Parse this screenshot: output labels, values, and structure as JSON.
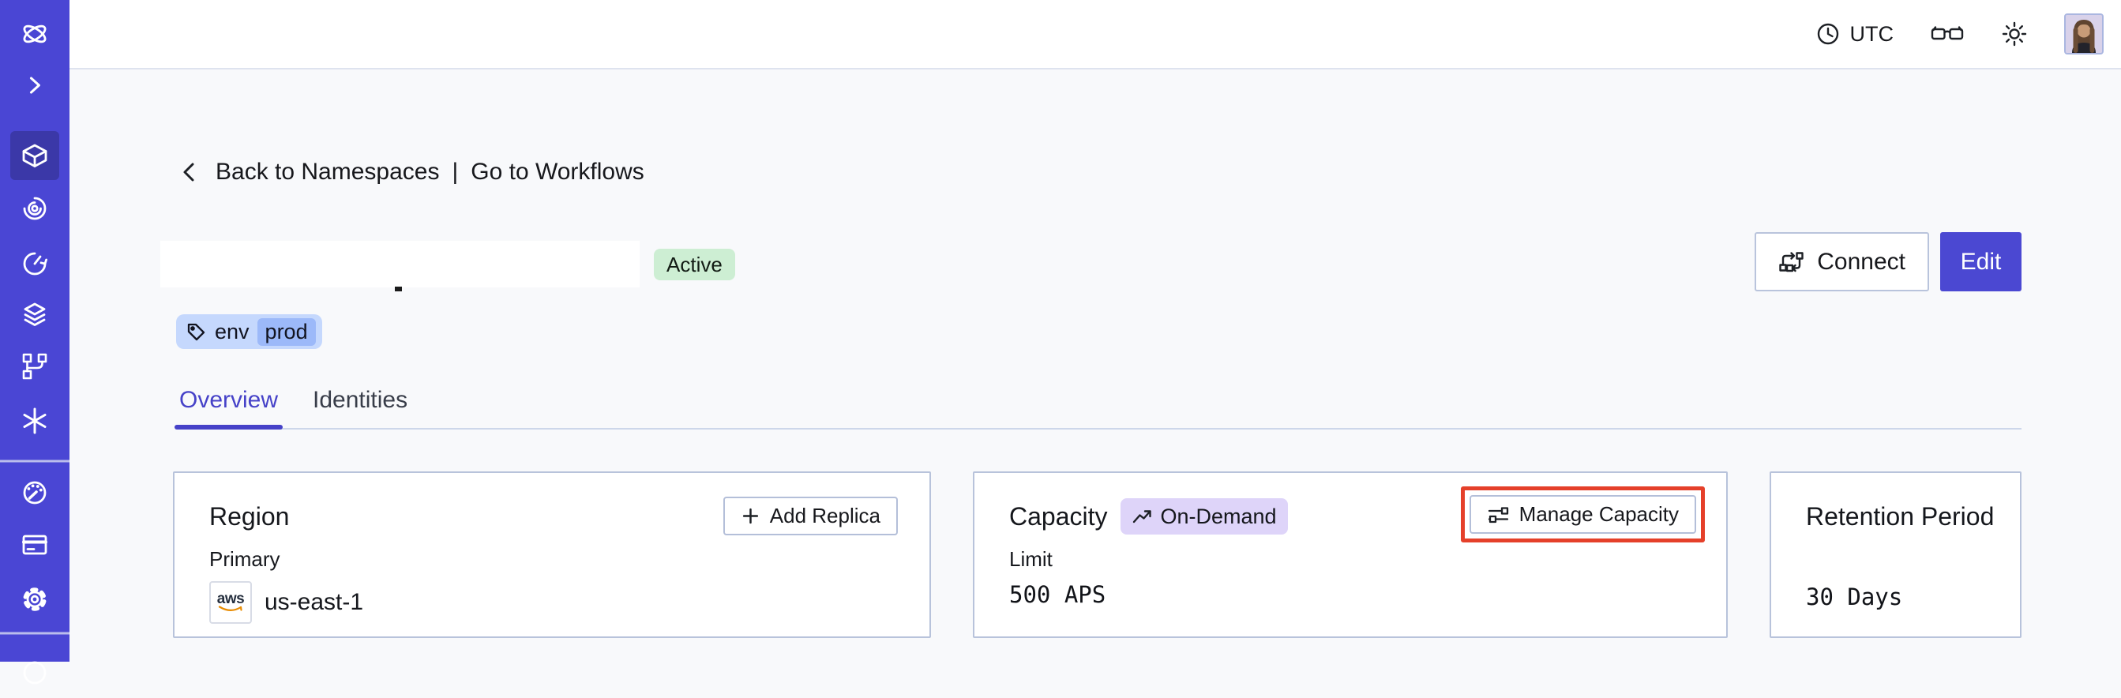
{
  "topbar": {
    "timezone_label": "UTC",
    "icons": [
      "clock-icon",
      "glasses-icon",
      "sun-icon"
    ],
    "avatar": "user-avatar"
  },
  "sidebar": {
    "items": [
      {
        "icon": "temporal-logo-icon",
        "active": false
      },
      {
        "icon": "chevron-right-icon",
        "active": false
      },
      {
        "icon": "namespaces-cube-icon",
        "active": true
      },
      {
        "icon": "workflows-spiral-icon",
        "active": false
      },
      {
        "icon": "schedules-clock-icon",
        "active": false
      },
      {
        "icon": "deployments-layers-icon",
        "active": false
      },
      {
        "icon": "batch-branch-icon",
        "active": false
      },
      {
        "icon": "nexus-asterisk-icon",
        "active": false
      },
      {
        "divider": true
      },
      {
        "icon": "usage-gauge-icon",
        "active": false
      },
      {
        "icon": "billing-card-icon",
        "active": false
      },
      {
        "icon": "settings-gear-icon",
        "active": false
      },
      {
        "divider": true
      },
      {
        "icon": "account-circle-icon",
        "active": false
      }
    ]
  },
  "breadcrumb": {
    "back_label": "Back to Namespaces",
    "separator": "|",
    "workflows_label": "Go to Workflows"
  },
  "namespace": {
    "status": "Active",
    "tag": {
      "key": "env",
      "value": "prod"
    }
  },
  "header_actions": {
    "connect_label": "Connect",
    "edit_label": "Edit"
  },
  "tabs": [
    {
      "label": "Overview",
      "active": true
    },
    {
      "label": "Identities",
      "active": false
    }
  ],
  "cards": {
    "region": {
      "title": "Region",
      "add_replica_label": "Add Replica",
      "plus": "+",
      "primary_label": "Primary",
      "provider": "aws",
      "value": "us-east-1"
    },
    "capacity": {
      "title": "Capacity",
      "badge": "On-Demand",
      "manage_label": "Manage Capacity",
      "limit_label": "Limit",
      "value": "500 APS"
    },
    "retention": {
      "title": "Retention Period",
      "value": "30 Days"
    }
  },
  "colors": {
    "sidebar_bg": "#4a46d4",
    "sidebar_active_bg": "#3b38a8",
    "accent_indigo": "#4642c8",
    "edit_button_bg": "#4b48d2",
    "status_active_bg": "#cdeed3",
    "tag_bg": "#c5d8fd",
    "tag_chip_bg": "#9cb9f9",
    "on_demand_bg": "#ded4f9",
    "highlight_red": "#e5402a",
    "aws_orange": "#e88b00",
    "card_border": "#b8c3db",
    "content_bg": "#f8f9fb"
  }
}
